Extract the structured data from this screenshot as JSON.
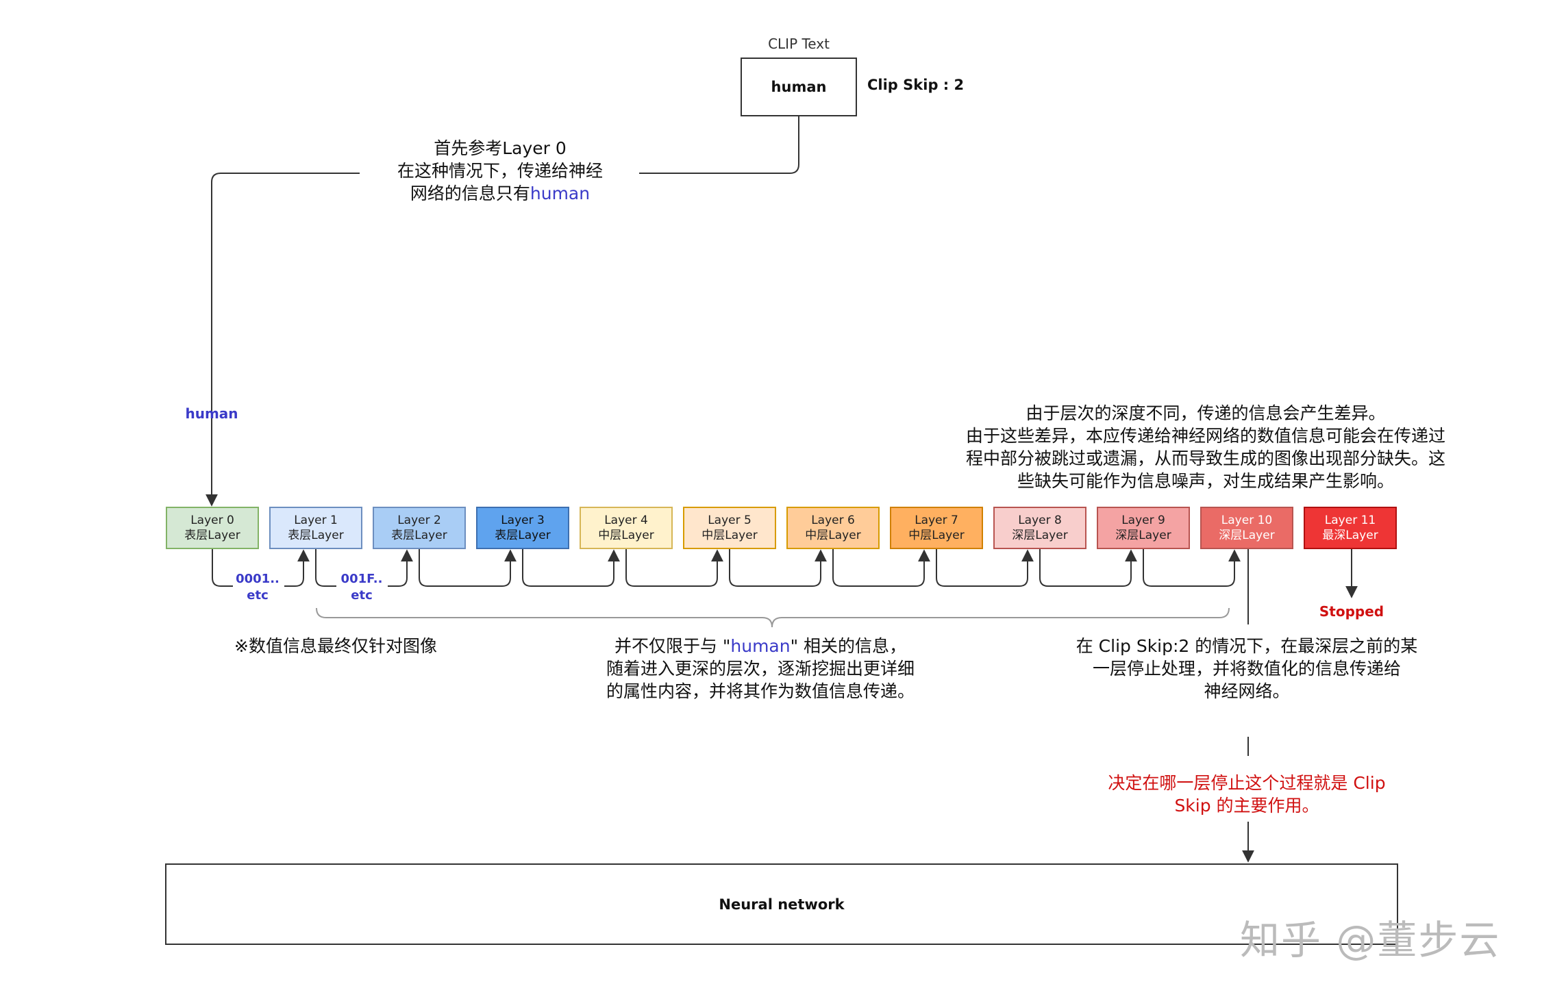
{
  "clip": {
    "caption": "CLIP Text",
    "input": "human",
    "clip_skip": "Clip Skip : 2"
  },
  "notes": {
    "first_1": "首先参考Layer 0",
    "first_2": "在这种情况下，传递给神经",
    "first_3": "网络的信息只有",
    "first_3_word": "human",
    "human_tag": "human",
    "diff_1": "由于层次的深度不同，传递的信息会产生差异。",
    "diff_2": "由于这些差异，本应传递给神经网络的数值信息可能会在传递过",
    "diff_3": "程中部分被跳过或遗漏，从而导致生成的图像出现部分缺失。这",
    "diff_4": "些缺失可能作为信息噪声，对生成结果产生影响。",
    "code_a_1": "0001..",
    "code_a_2": "etc",
    "code_b_1": "001F..",
    "code_b_2": "etc",
    "stopped": "Stopped",
    "image_only": "※数值信息最终仅针对图像",
    "deep_1a": "并不仅限于与 \"",
    "deep_1w": "human",
    "deep_1b": "\" 相关的信息，",
    "deep_2": "随着进入更深的层次，逐渐挖掘出更详细",
    "deep_3": "的属性内容，并将其作为数值信息传递。",
    "skip_1": "在 Clip Skip:2 的情况下，在最深层之前的某",
    "skip_2": "一层停止处理，并将数值化的信息传递给",
    "skip_3": "神经网络。",
    "decide_1": "决定在哪一层停止这个过程就是 Clip",
    "decide_2": "Skip 的主要作用。",
    "network": "Neural network",
    "watermark": "知乎 @董步云"
  },
  "layers": [
    {
      "name": "Layer 0",
      "type": "表层Layer",
      "fill": "#d5e8d4",
      "border": "#82b366",
      "text": "#222222"
    },
    {
      "name": "Layer 1",
      "type": "表层Layer",
      "fill": "#dae8fc",
      "border": "#6c8ebf",
      "text": "#222222"
    },
    {
      "name": "Layer 2",
      "type": "表层Layer",
      "fill": "#a9cdf5",
      "border": "#6c8ebf",
      "text": "#222222"
    },
    {
      "name": "Layer 3",
      "type": "表层Layer",
      "fill": "#5fa3ee",
      "border": "#3d6fb0",
      "text": "#111111"
    },
    {
      "name": "Layer 4",
      "type": "中层Layer",
      "fill": "#fff2cc",
      "border": "#d6b656",
      "text": "#222222"
    },
    {
      "name": "Layer 5",
      "type": "中层Layer",
      "fill": "#ffe6cc",
      "border": "#d79b00",
      "text": "#222222"
    },
    {
      "name": "Layer 6",
      "type": "中层Layer",
      "fill": "#ffcc99",
      "border": "#d79b00",
      "text": "#222222"
    },
    {
      "name": "Layer 7",
      "type": "中层Layer",
      "fill": "#ffb060",
      "border": "#d08000",
      "text": "#222222"
    },
    {
      "name": "Layer 8",
      "type": "深层Layer",
      "fill": "#f8cecc",
      "border": "#b85450",
      "text": "#222222"
    },
    {
      "name": "Layer 9",
      "type": "深层Layer",
      "fill": "#f4a3a3",
      "border": "#b85450",
      "text": "#222222"
    },
    {
      "name": "Layer 10",
      "type": "深层Layer",
      "fill": "#ea6b66",
      "border": "#b85450",
      "text": "#ffffff"
    },
    {
      "name": "Layer 11",
      "type": "最深Layer",
      "fill": "#ee3535",
      "border": "#b01010",
      "text": "#ffffff"
    }
  ],
  "colors": {
    "line": "#333333",
    "highlight_blue": "#3a3ac8",
    "highlight_red": "#d01010",
    "watermark": "#bbbbbb"
  }
}
